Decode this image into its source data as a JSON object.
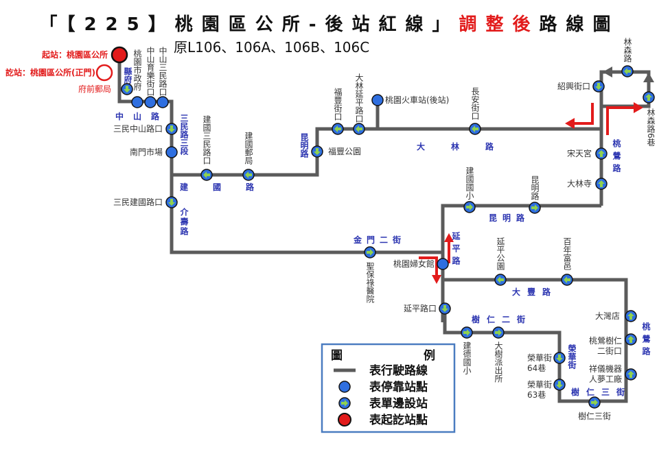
{
  "title": {
    "part1": "「【225】桃園區公所-後站紅線」",
    "part2": "調整後",
    "part3": "路線圖",
    "subtitle": "原L106、106A、106B、106C"
  },
  "terminals": {
    "start_label": "起站：桃園區公所",
    "end_label": "訖站：桃園區公所(正門)"
  },
  "colors": {
    "route": "#5b5b5b",
    "stop": "#2f6fe0",
    "arrow": "#8fd14f",
    "terminal": "#e21b1b",
    "street": "#2b34b0",
    "legend_border": "#4a7cc0"
  },
  "streets": [
    "縣府路",
    "中山路",
    "三民路三段",
    "建國路",
    "介壽路",
    "昆明路",
    "大林路",
    "桃鶯路",
    "昆明路",
    "金門二街",
    "延平路",
    "大豐路",
    "樹仁二街",
    "榮華街",
    "樹仁三街",
    "桃鶯路"
  ],
  "stops": [
    {
      "name": "府前郵局",
      "type": "oneside",
      "dir": "down"
    },
    {
      "name": "桃園市政府",
      "type": "stop"
    },
    {
      "name": "中山育樂街口",
      "type": "stop"
    },
    {
      "name": "中山三民路口",
      "type": "stop"
    },
    {
      "name": "三民中山路口",
      "type": "oneside",
      "dir": "down"
    },
    {
      "name": "南門市場",
      "type": "stop"
    },
    {
      "name": "三民建國路口",
      "type": "oneside",
      "dir": "down"
    },
    {
      "name": "建國三民路口",
      "type": "oneside",
      "dir": "left"
    },
    {
      "name": "建國郵局",
      "type": "oneside",
      "dir": "left"
    },
    {
      "name": "福豐公園",
      "type": "oneside",
      "dir": "down"
    },
    {
      "name": "福豐街口",
      "type": "oneside",
      "dir": "left"
    },
    {
      "name": "大林延平路口",
      "type": "oneside",
      "dir": "left"
    },
    {
      "name": "桃園火車站(後站)",
      "type": "stop"
    },
    {
      "name": "長安街口",
      "type": "oneside",
      "dir": "left"
    },
    {
      "name": "紹興街口",
      "type": "oneside",
      "dir": "down"
    },
    {
      "name": "林森路",
      "type": "oneside",
      "dir": "left"
    },
    {
      "name": "林森路6巷",
      "type": "oneside",
      "dir": "up"
    },
    {
      "name": "宋天宮",
      "type": "oneside",
      "dir": "up"
    },
    {
      "name": "大林寺",
      "type": "oneside",
      "dir": "up"
    },
    {
      "name": "建國國小",
      "type": "oneside",
      "dir": "right"
    },
    {
      "name": "昆明路",
      "type": "oneside",
      "dir": "right"
    },
    {
      "name": "聖保祿醫院",
      "type": "oneside",
      "dir": "right"
    },
    {
      "name": "桃園婦女館",
      "type": "stop"
    },
    {
      "name": "延平路口",
      "type": "oneside",
      "dir": "down"
    },
    {
      "name": "延平公園",
      "type": "oneside",
      "dir": "left"
    },
    {
      "name": "百年富邑",
      "type": "oneside",
      "dir": "left"
    },
    {
      "name": "建德國小",
      "type": "oneside",
      "dir": "right"
    },
    {
      "name": "大樹派出所",
      "type": "oneside",
      "dir": "right"
    },
    {
      "name": "榮華街\n64巷",
      "type": "oneside",
      "dir": "down"
    },
    {
      "name": "榮華街\n63巷",
      "type": "oneside",
      "dir": "down"
    },
    {
      "name": "樹仁三街",
      "type": "oneside",
      "dir": "right"
    },
    {
      "name": "祥儀機器\n人夢工廠",
      "type": "oneside",
      "dir": "up"
    },
    {
      "name": "桃鶯樹仁\n二街口",
      "type": "oneside",
      "dir": "up"
    },
    {
      "name": "大灣店",
      "type": "oneside",
      "dir": "up"
    }
  ],
  "legend": {
    "title_left": "圖",
    "title_right": "例",
    "items": [
      "表行駛路線",
      "表停靠站點",
      "表單邊設站",
      "表起訖站點"
    ]
  }
}
